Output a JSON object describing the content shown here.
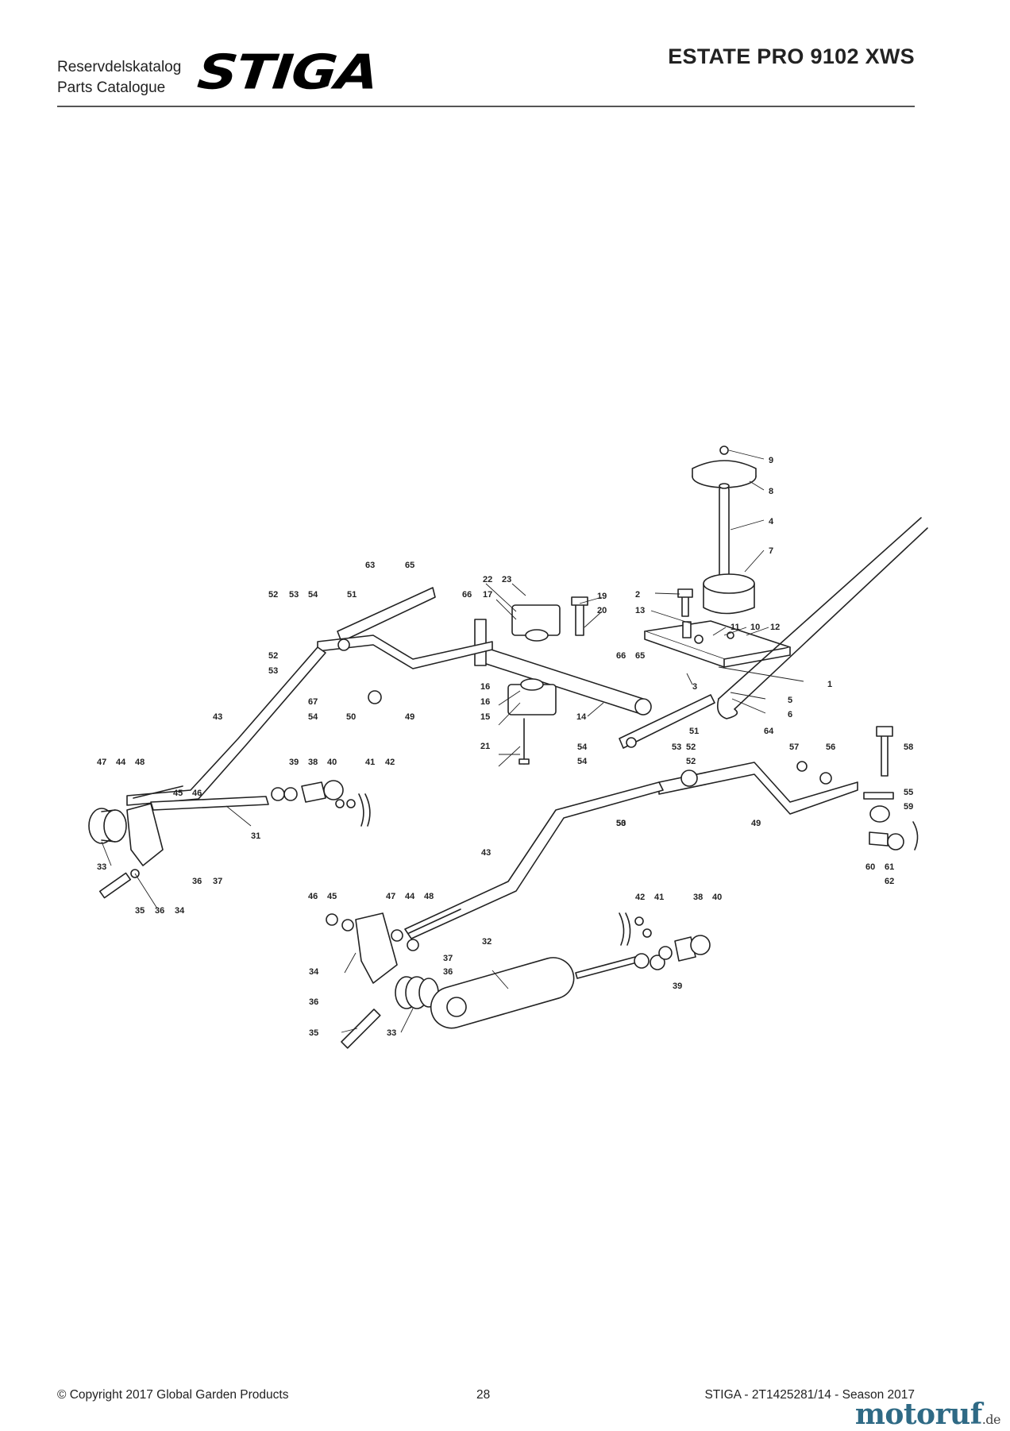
{
  "header": {
    "catalog_label_line1": "Reservdelskatalog",
    "catalog_label_line2": "Parts Catalogue",
    "brand": "STIGA",
    "model_title": "ESTATE PRO 9102 XWS"
  },
  "diagram": {
    "callouts": [
      "1",
      "2",
      "3",
      "4",
      "5",
      "6",
      "7",
      "8",
      "9",
      "10",
      "11",
      "12",
      "13",
      "14",
      "15",
      "16",
      "16",
      "17",
      "19",
      "20",
      "21",
      "22",
      "23",
      "31",
      "32",
      "33",
      "33",
      "34",
      "34",
      "35",
      "35",
      "36",
      "36",
      "36",
      "36",
      "37",
      "37",
      "38",
      "38",
      "39",
      "39",
      "40",
      "40",
      "41",
      "41",
      "42",
      "42",
      "43",
      "43",
      "44",
      "44",
      "45",
      "45",
      "46",
      "46",
      "47",
      "47",
      "48",
      "48",
      "49",
      "49",
      "50",
      "50",
      "51",
      "51",
      "52",
      "52",
      "52",
      "52",
      "53",
      "53",
      "53",
      "53",
      "54",
      "54",
      "54",
      "54",
      "55",
      "56",
      "57",
      "58",
      "59",
      "60",
      "61",
      "62",
      "63",
      "64",
      "65",
      "65",
      "66",
      "66",
      "67"
    ]
  },
  "footer": {
    "copyright": "© Copyright 2017 Global Garden Products",
    "page_number": "28",
    "doc_ref": "STIGA - 2T1425281/14 - Season 2017"
  },
  "watermark": {
    "name": "motoruf",
    "tld": ".de"
  },
  "colors": {
    "line": "#222222",
    "rule": "#555555",
    "watermark": "#2f6a85"
  }
}
